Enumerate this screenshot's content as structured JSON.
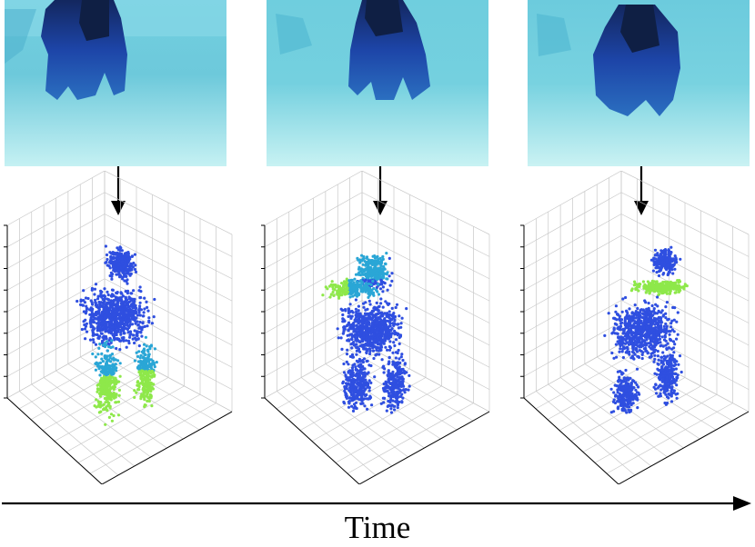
{
  "time_label": "Time",
  "panels": [
    {
      "id": "frame-1",
      "highlight": "legs"
    },
    {
      "id": "frame-2",
      "highlight": "left-arm"
    },
    {
      "id": "frame-3",
      "highlight": "shoulders"
    }
  ],
  "colors": {
    "point_base": "#2f4fe0",
    "point_mid": "#2aa6d6",
    "point_hot": "#8ee84a",
    "depth_bg_top": "#6fd0e0",
    "depth_bg_bottom": "#bfeff2",
    "depth_person": "#1a3a9a",
    "grid": "#c8c8c8",
    "axis": "#000000"
  }
}
